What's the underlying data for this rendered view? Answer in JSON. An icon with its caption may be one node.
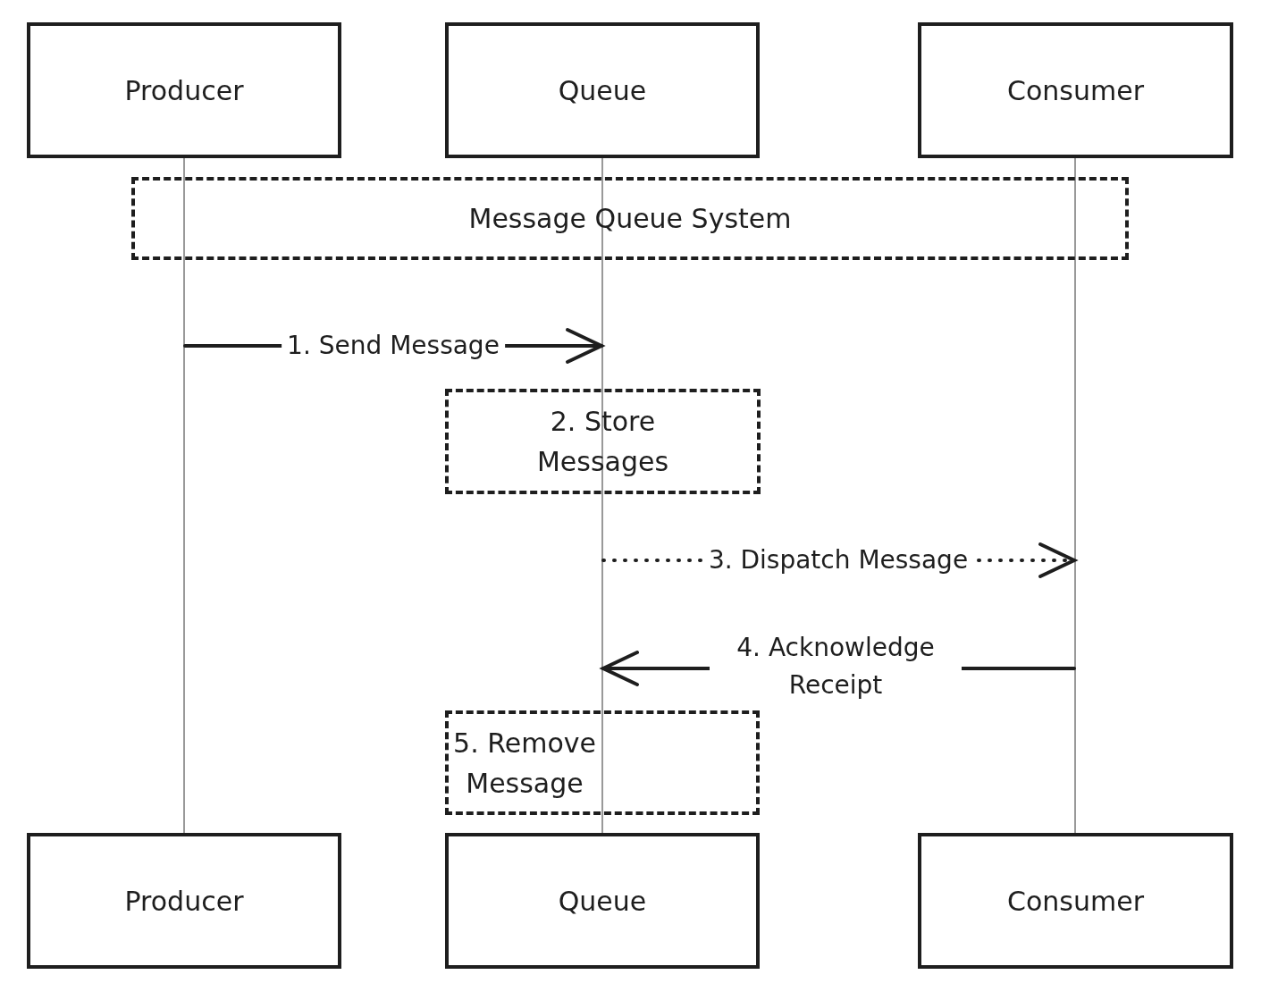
{
  "diagram": {
    "nodes": [
      {
        "text": [
          "Producer"
        ]
      },
      {
        "text": [
          "Queue"
        ]
      },
      {
        "text": [
          "Consumer"
        ]
      },
      {
        "text": [
          "Message Queue System"
        ]
      },
      {
        "text": [
          "2. Store Messages"
        ]
      },
      {
        "text": [
          "5. Remove Message"
        ]
      },
      {
        "text": [
          "Producer"
        ]
      },
      {
        "text": [
          "Queue"
        ]
      },
      {
        "text": [
          "Consumer"
        ]
      },
      {
        "text": [],
        "shape": "line"
      },
      {
        "text": [],
        "shape": "line"
      },
      {
        "text": [],
        "shape": "line"
      }
    ],
    "edges": [
      {
        "from": 9,
        "to": 10,
        "arrow": "to",
        "label": "1. Send Message"
      },
      {
        "from": 10,
        "to": 11,
        "arrow": "to",
        "label": "3. Dispatch Message",
        "style": "dashed"
      },
      {
        "from": 11,
        "to": 10,
        "arrow": "to",
        "label": "4. Acknowledge Receipt"
      }
    ]
  }
}
